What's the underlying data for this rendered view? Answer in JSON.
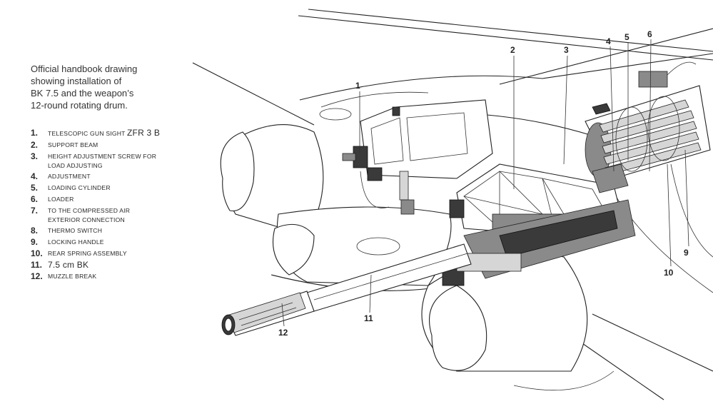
{
  "caption": {
    "line1": "Official handbook drawing",
    "line2": "showing installation of",
    "line3": "BK 7.5 and the weapon’s",
    "line4": "12-round rotating drum."
  },
  "legend": [
    {
      "num": "1.",
      "text": "Telescopic gun sight",
      "extra": "ZFR 3 B"
    },
    {
      "num": "2.",
      "text": "Support beam"
    },
    {
      "num": "3.",
      "text": "Height adjustment screw for",
      "text2": "load adjusting"
    },
    {
      "num": "4.",
      "text": "Adjustment"
    },
    {
      "num": "5.",
      "text": "Loading cylinder"
    },
    {
      "num": "6.",
      "text": "Loader"
    },
    {
      "num": "7.",
      "text": "To the compressed air",
      "text2": "exterior connection"
    },
    {
      "num": "8.",
      "text": "Thermo switch"
    },
    {
      "num": "9.",
      "text": "Locking handle"
    },
    {
      "num": "10.",
      "text": "Rear spring assembly"
    },
    {
      "num": "11.",
      "text": "7.5 cm BK"
    },
    {
      "num": "12.",
      "text": "Muzzle break"
    }
  ],
  "callouts": {
    "c1": "1",
    "c2": "2",
    "c3": "3",
    "c4": "4",
    "c5": "5",
    "c6": "6",
    "c9": "9",
    "c10": "10",
    "c11": "11",
    "c12": "12"
  }
}
